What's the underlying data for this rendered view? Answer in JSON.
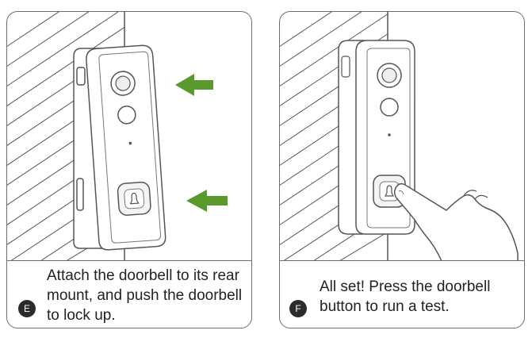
{
  "steps": [
    {
      "badge": "E",
      "caption": "Attach the doorbell to its rear mount, and push the doorbell to lock up."
    },
    {
      "badge": "F",
      "caption": "All set! Press the doorbell button to run a test."
    }
  ],
  "colors": {
    "arrow": "#5a9a2c",
    "line": "#555555",
    "border": "#6e6e6e",
    "badge": "#2b2b2b"
  }
}
